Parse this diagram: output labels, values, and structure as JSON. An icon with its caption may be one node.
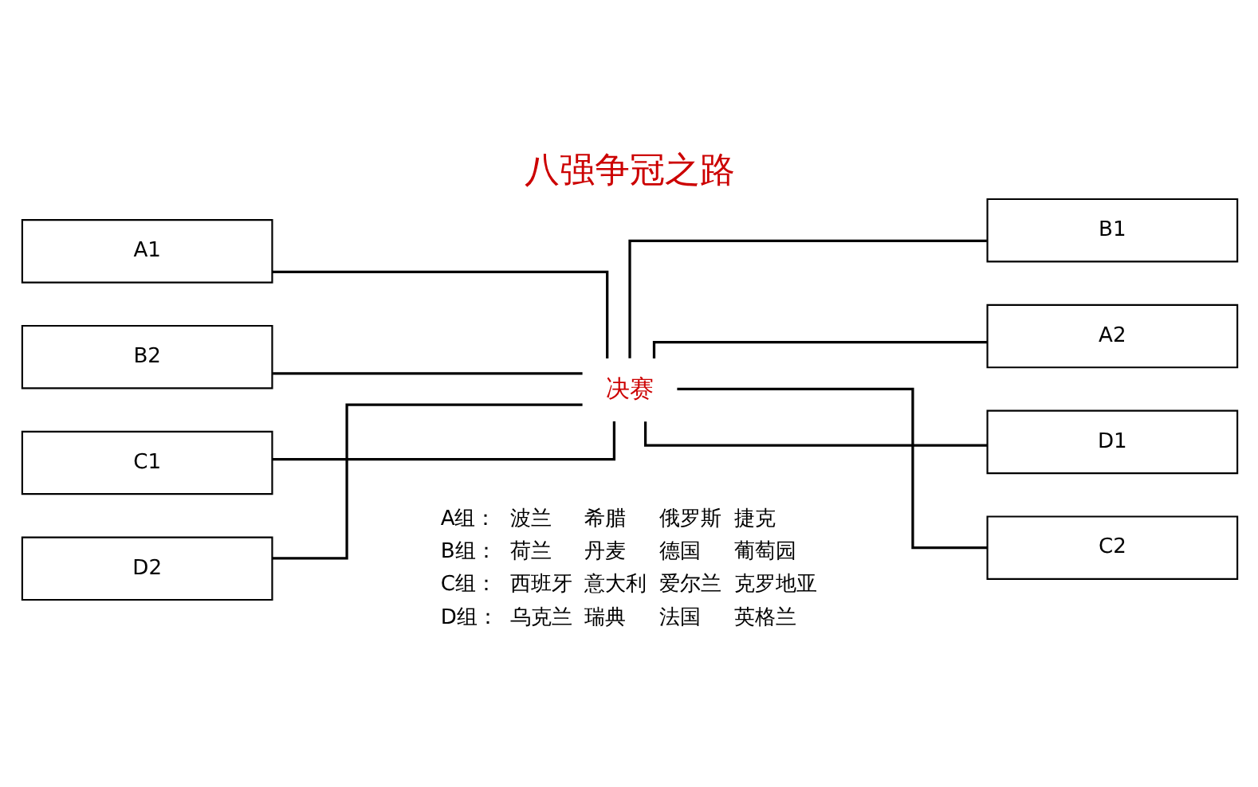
{
  "diagram": {
    "title": "八强争冠之路",
    "nodes": [
      {
        "text": [
          "A1"
        ]
      },
      {
        "text": [
          "B2"
        ]
      },
      {
        "text": [
          "C1"
        ]
      },
      {
        "text": [
          "D2"
        ]
      },
      {
        "text": [
          "B1"
        ]
      },
      {
        "text": [
          "A2"
        ]
      },
      {
        "text": [
          "D1"
        ]
      },
      {
        "text": [
          "C2"
        ]
      },
      {
        "text": [
          "决赛"
        ]
      }
    ],
    "edges": [
      {
        "from": 0,
        "to": 8,
        "arrow": "none"
      },
      {
        "from": 1,
        "to": 8,
        "arrow": "none"
      },
      {
        "from": 2,
        "to": 8,
        "arrow": "none"
      },
      {
        "from": 3,
        "to": 8,
        "arrow": "none"
      },
      {
        "from": 4,
        "to": 8,
        "arrow": "none"
      },
      {
        "from": 5,
        "to": 8,
        "arrow": "none"
      },
      {
        "from": 6,
        "to": 8,
        "arrow": "none"
      },
      {
        "from": 7,
        "to": 8,
        "arrow": "none"
      }
    ],
    "labels": [
      "A组：",
      "波兰",
      "希腊",
      "俄罗斯",
      "捷克",
      "B组：",
      "荷兰",
      "丹麦",
      "德国",
      "葡萄园",
      "C组：",
      "西班牙",
      "意大利",
      "爱尔兰",
      "克罗地亚",
      "D组：",
      "乌克兰",
      "瑞典",
      "法国",
      "英格兰"
    ]
  }
}
